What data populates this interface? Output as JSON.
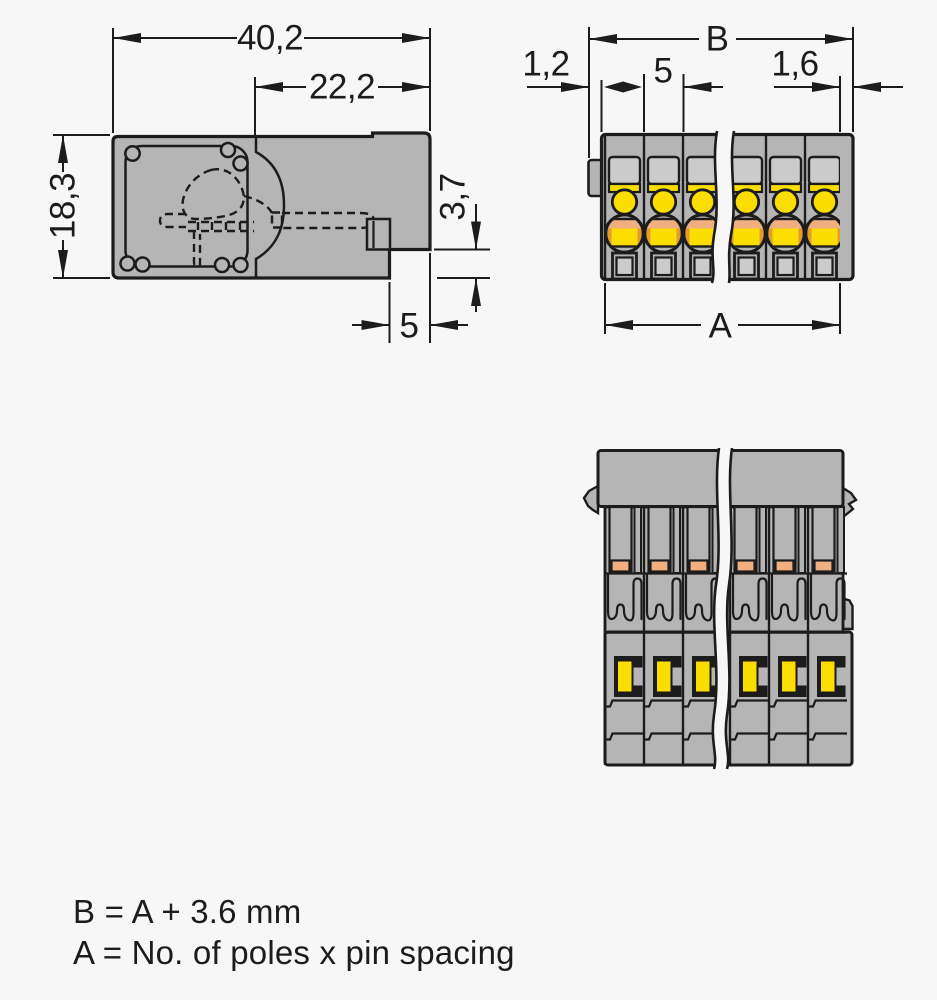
{
  "colors": {
    "background": "#f7f7f7",
    "line": "#1c1c1c",
    "body_gray": "#b5b5b5",
    "light_gray": "#cbcbcb",
    "mid_gray": "#b0b0b0",
    "yellow": "#fcdd00",
    "orange": "#e59b2a",
    "peach": "#f1af80"
  },
  "side_view": {
    "dim_total_width": "40,2",
    "dim_right_section": "22,2",
    "dim_height": "18,3",
    "dim_step_height": "3,7",
    "dim_notch_width": "5"
  },
  "front_view": {
    "dim_total_width": "B",
    "dim_latch": "1,2",
    "dim_pin_spacing": "5",
    "dim_wall": "1,6",
    "dim_pole_span": "A"
  },
  "formulas": {
    "line1": "B = A + 3.6 mm",
    "line2": "A = No. of poles x pin spacing"
  }
}
